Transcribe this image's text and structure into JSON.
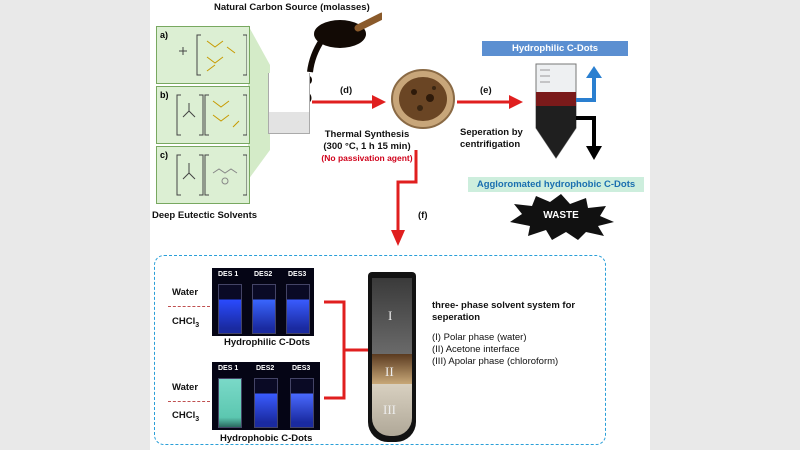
{
  "top_title": "Natural Carbon Source (molasses)",
  "des_panels": [
    {
      "letter": "a)"
    },
    {
      "letter": "b)"
    },
    {
      "letter": "c)"
    }
  ],
  "des_caption": "Deep Eutectic Solvents",
  "step_d": "(d)",
  "step_e": "(e)",
  "step_f": "(f)",
  "thermal": {
    "line1": "Thermal Synthesis",
    "line2": "(300 °C, 1 h 15 min)",
    "line3": "(No passivation agent)"
  },
  "separation": {
    "line1": "Seperation by",
    "line2": "centrifigation"
  },
  "hydrophilic_banner": "Hydrophilic C-Dots",
  "agglomerated_banner": "Aggloromated hydrophobic C-Dots",
  "waste_label": "WASTE",
  "vials_top": {
    "labels": [
      "DES 1",
      "DES2",
      "DES3"
    ],
    "caption": "Hydrophilic C-Dots"
  },
  "vials_bottom": {
    "labels": [
      "DES 1",
      "DES2",
      "DES3"
    ],
    "caption": "Hydrophobic C-Dots"
  },
  "phase_labels": {
    "water_top": "Water",
    "chcl3_top": "CHCl",
    "water_bottom": "Water",
    "chcl3_bottom": "CHCl",
    "subscript": "3"
  },
  "tube_phases": [
    "I",
    "II",
    "III"
  ],
  "three_phase": {
    "title_line1": "three- phase solvent system for",
    "title_line2": "seperation",
    "items": [
      "(I)  Polar phase (water)",
      "(II)  Acetone interface",
      "(III) Apolar phase (chloroform)"
    ]
  },
  "colors": {
    "arrow_red": "#e01f1f",
    "banner_blue": "#5b8fd1",
    "frame_blue": "#2a9fd8",
    "panel_green": "#dcefd3"
  }
}
